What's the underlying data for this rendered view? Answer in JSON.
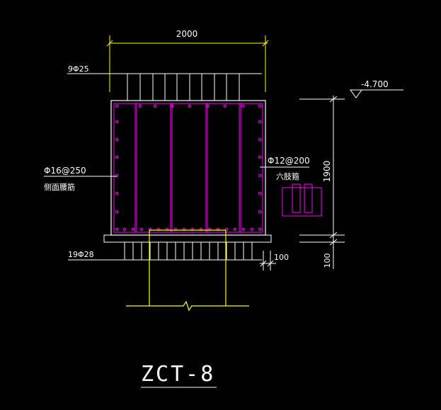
{
  "drawing": {
    "title": "ZCT-8",
    "labels": {
      "width_dim": "2000",
      "top_bars": "9Φ25",
      "elevation": "-4.700",
      "side_bars": "Φ16@250",
      "side_bars_note": "侧面腰筋",
      "stirrups": "Φ12@200",
      "stirrups_note": "六肢箍",
      "height_dim": "1900",
      "bottom_bars": "19Φ28",
      "cover_dim": "100",
      "bed_dim": "100"
    },
    "colors": {
      "background": "#000000",
      "dimension": "#ffff00",
      "outline": "#ffffff",
      "rebar": "#ff00ff",
      "column": "#ffff00",
      "text": "#ffffff"
    }
  }
}
